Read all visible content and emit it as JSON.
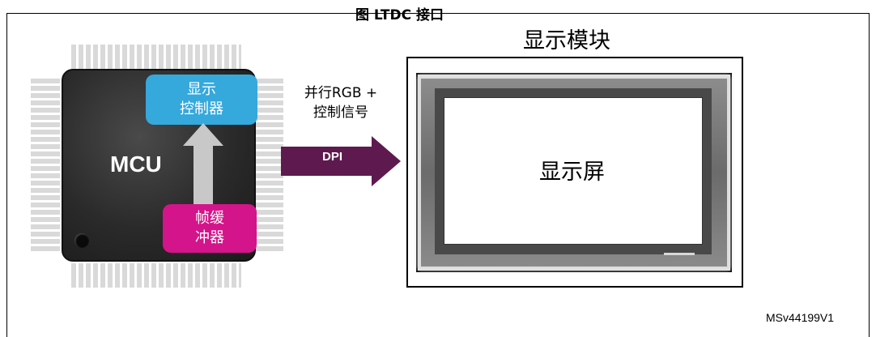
{
  "caption": "图 LTDC 接口",
  "chip": {
    "mcu_label": "MCU",
    "controller_lines": [
      "显示",
      "控制器"
    ],
    "framebuffer_lines": [
      "帧缓",
      "冲器"
    ]
  },
  "signal": {
    "lines": [
      "并行RGB +",
      "控制信号"
    ],
    "dpi_label": "DPI"
  },
  "module": {
    "title": "显示模块",
    "screen_label": "显示屏"
  },
  "figure_code": "MSv44199V1",
  "colors": {
    "controller": "#35a8dc",
    "framebuffer": "#d4148a",
    "dpi_arrow": "#5e1a4f",
    "up_arrow": "#c8c8c8"
  }
}
